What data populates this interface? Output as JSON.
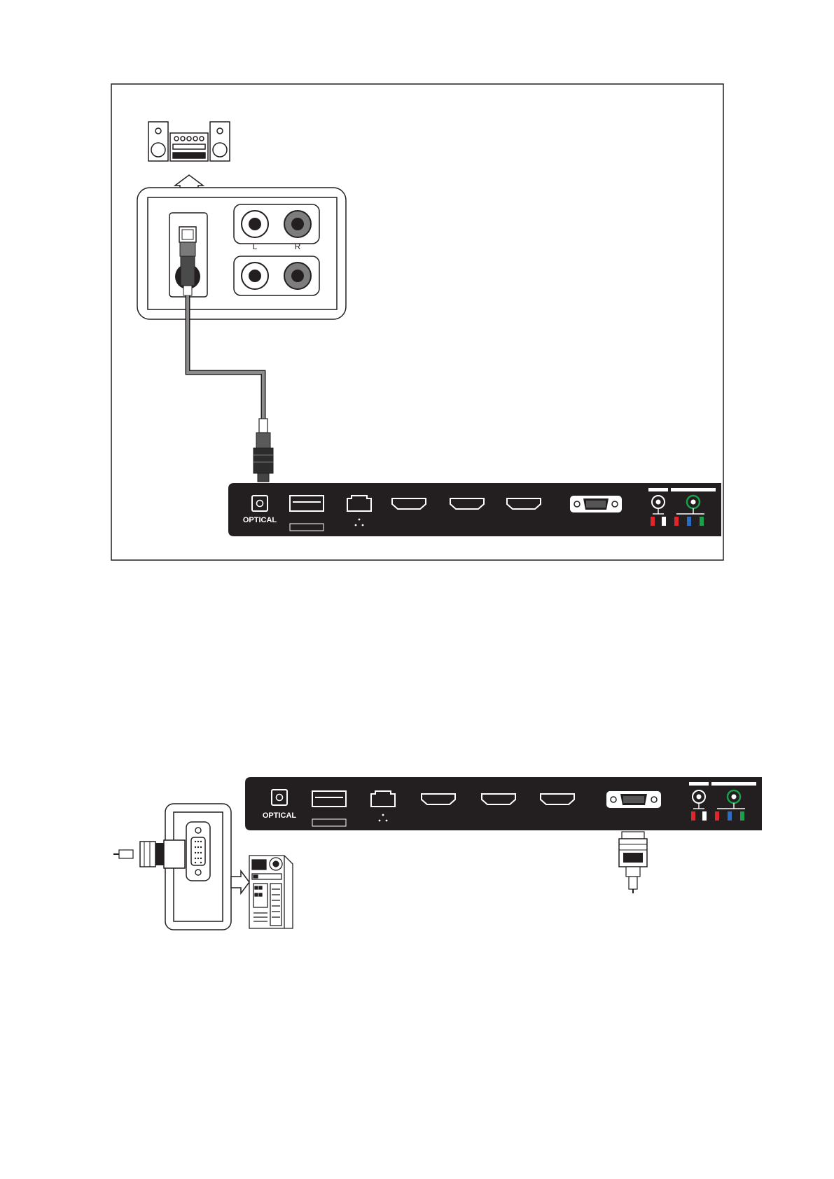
{
  "diagram_1": {
    "panel_labels": {
      "optical": "OPTICAL"
    },
    "audio_labels": {
      "left": "L",
      "right": "R"
    }
  },
  "diagram_2": {
    "panel_labels": {
      "optical": "OPTICAL"
    }
  },
  "colors": {
    "panel": "#231f20",
    "outline": "#231f20",
    "cable": "#8c8c8c",
    "jack_red": "#e0262b",
    "jack_white": "#ffffff",
    "jack_blue": "#2b6cc4",
    "jack_green": "#1aa04a"
  },
  "icons": [
    "hifi-stereo-icon",
    "optical-port-icon",
    "usb-port-icon",
    "lan-port-icon",
    "hdmi-port-icon",
    "vga-port-icon",
    "audio-jack-icon",
    "component-jack-icon",
    "pc-tower-icon",
    "vga-plug-icon",
    "optical-plug-icon"
  ]
}
